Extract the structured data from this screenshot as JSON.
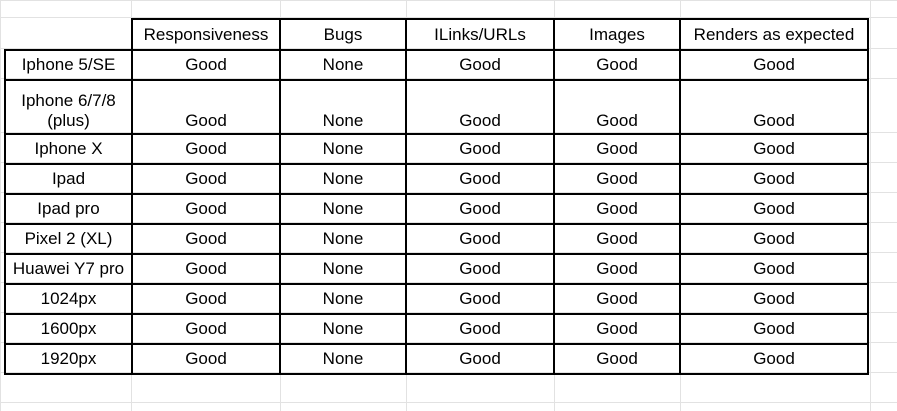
{
  "header": [
    "",
    "Responsiveness",
    "Bugs",
    "ILinks/URLs",
    "Images",
    "Renders as expected"
  ],
  "rows": [
    [
      "Iphone 5/SE",
      "Good",
      "None",
      "Good",
      "Good",
      "Good"
    ],
    [
      "Iphone 6/7/8 (plus)",
      "Good",
      "None",
      "Good",
      "Good",
      "Good"
    ],
    [
      "Iphone X",
      "Good",
      "None",
      "Good",
      "Good",
      "Good"
    ],
    [
      "Ipad",
      "Good",
      "None",
      "Good",
      "Good",
      "Good"
    ],
    [
      "Ipad pro",
      "Good",
      "None",
      "Good",
      "Good",
      "Good"
    ],
    [
      "Pixel 2 (XL)",
      "Good",
      "None",
      "Good",
      "Good",
      "Good"
    ],
    [
      "Huawei Y7 pro",
      "Good",
      "None",
      "Good",
      "Good",
      "Good"
    ],
    [
      "1024px",
      "Good",
      "None",
      "Good",
      "Good",
      "Good"
    ],
    [
      "1600px",
      "Good",
      "None",
      "Good",
      "Good",
      "Good"
    ],
    [
      "1920px",
      "Good",
      "None",
      "Good",
      "Good",
      "Good"
    ]
  ]
}
